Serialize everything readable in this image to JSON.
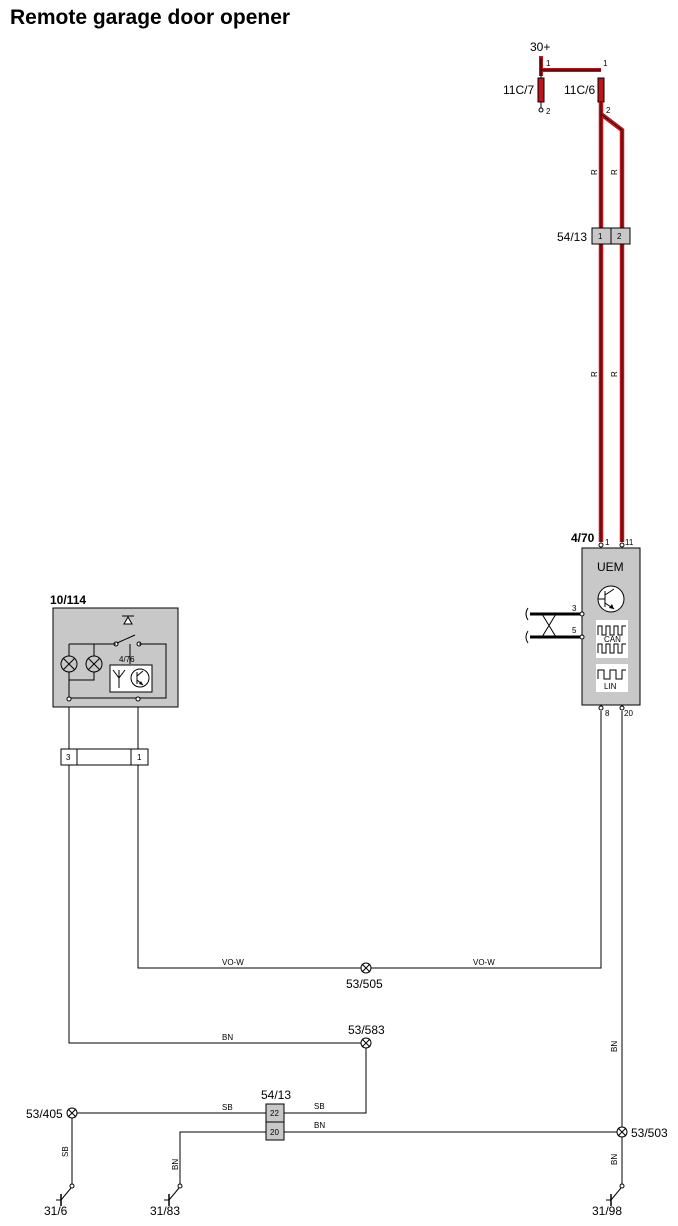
{
  "title": "Remote garage door opener",
  "colors": {
    "power_wire": "#c0141c",
    "component_fill": "#c8c8c8",
    "wire": "#000000"
  },
  "power": {
    "label": "30+"
  },
  "fuses": [
    {
      "id": "11C/7",
      "pin_top": "1",
      "pin_bottom": "2"
    },
    {
      "id": "11C/6",
      "pin_top": "1",
      "pin_bottom": "2"
    }
  ],
  "wire_colors": {
    "red": "R",
    "violet_white": "VO-W",
    "brown": "BN",
    "black": "SB"
  },
  "connector_upper": {
    "id": "54/13",
    "pins": [
      "1",
      "2"
    ]
  },
  "uem": {
    "ref": "4/70",
    "name": "UEM",
    "pins_top": [
      "1",
      "11"
    ],
    "pins_left": [
      "3",
      "5"
    ],
    "pins_bottom": [
      "8",
      "20"
    ],
    "bus_labels": [
      "CAN",
      "LIN"
    ],
    "icons": [
      "transistor-icon",
      "can-bus-icon",
      "lin-bus-icon"
    ]
  },
  "remote": {
    "ref": "10/114",
    "sub_ref": "4/76",
    "icons": [
      "switch-icon",
      "lamp-icon",
      "antenna-icon",
      "transistor-icon"
    ]
  },
  "connector_remote": {
    "pins": [
      "3",
      "1"
    ]
  },
  "connector_lower": {
    "id": "54/13",
    "pins": [
      "22",
      "20"
    ]
  },
  "splices": [
    "53/505",
    "53/583",
    "53/405",
    "53/503"
  ],
  "grounds": [
    "31/6",
    "31/83",
    "31/98"
  ]
}
